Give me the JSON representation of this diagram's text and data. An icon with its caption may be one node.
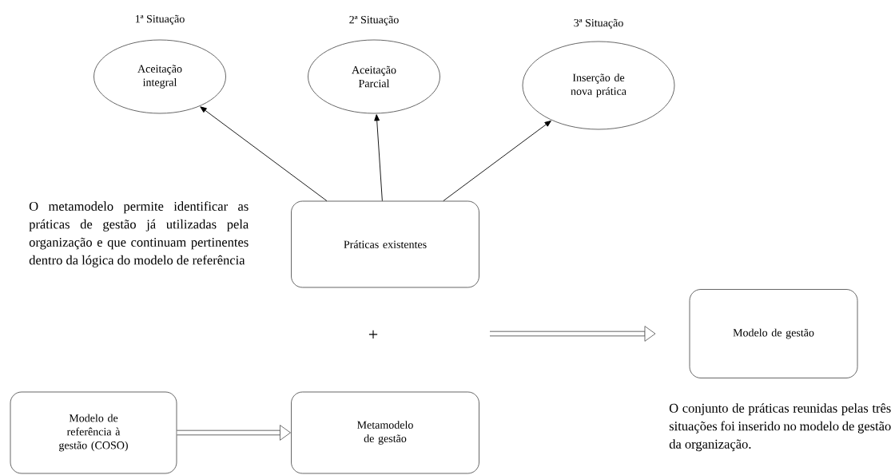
{
  "diagram": {
    "nodes": [
      {
        "text": [
          "1ª Situação",
          "Aceitação integral"
        ]
      },
      {
        "text": [
          "2ª Situação",
          "Aceitação Parcial"
        ]
      },
      {
        "text": [
          "3ª Situação",
          "Inserção de nova prática"
        ]
      },
      {
        "text": [
          "Práticas existentes"
        ]
      },
      {
        "text": [
          "Modelo de gestão"
        ]
      },
      {
        "text": [
          "Modelo de referência à gestão (COSO)"
        ]
      },
      {
        "text": [
          "Metamodelo de gestão"
        ]
      }
    ],
    "edges": [
      {
        "from": 3,
        "to": 0,
        "arrow": "to"
      },
      {
        "from": 3,
        "to": 1,
        "arrow": "to"
      },
      {
        "from": 3,
        "to": 2,
        "arrow": "to"
      },
      {
        "from": null,
        "to": 4,
        "arrow": "to",
        "style": "thick"
      },
      {
        "from": 5,
        "to": 6,
        "arrow": "to",
        "style": "thick"
      }
    ],
    "labels": [
      "O metamodelo permite identificar as práticas de gestão já utilizadas pela organização e que continuam pertinentes dentro da lógica do modelo de referência",
      "+",
      "O conjunto de práticas reunidas pelas três situações foi inserido no modelo de gestão da organização."
    ]
  }
}
